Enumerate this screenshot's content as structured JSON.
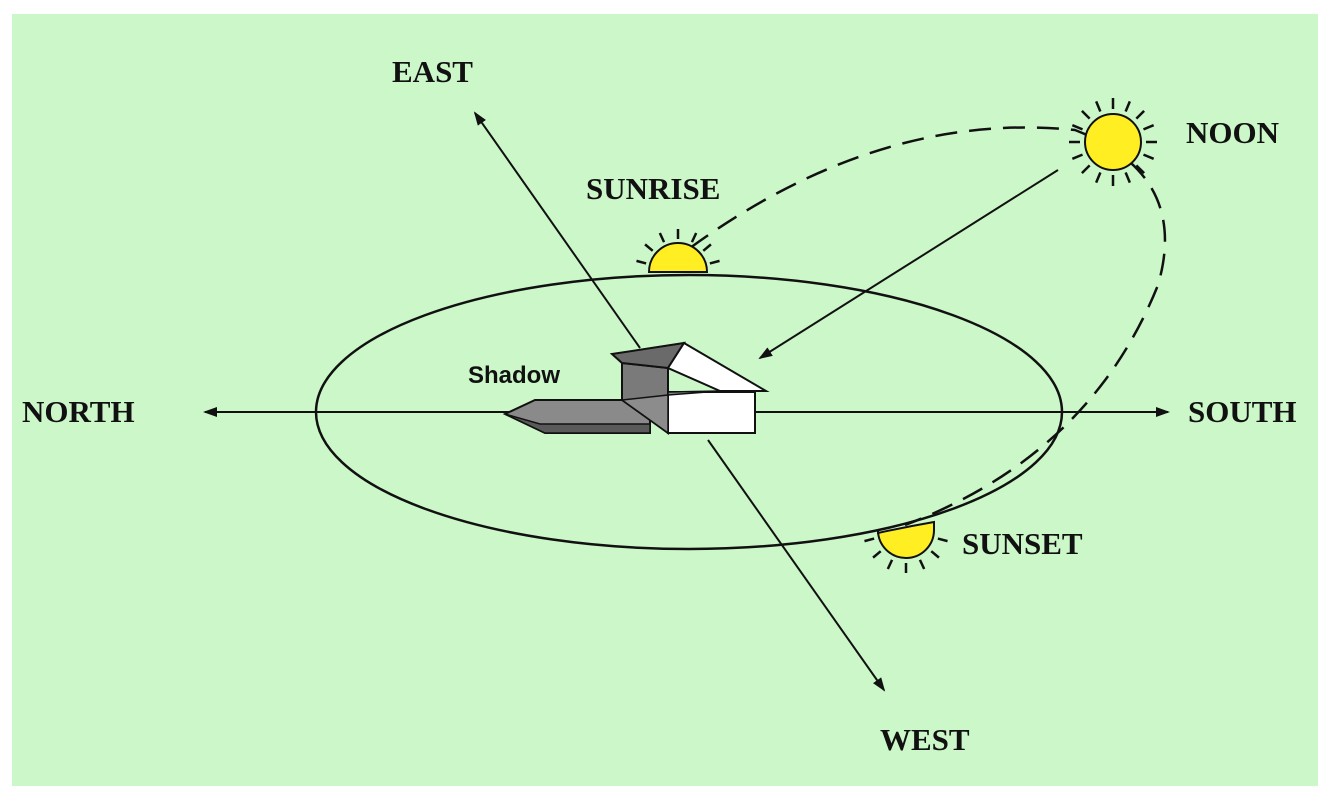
{
  "diagram": {
    "labels": {
      "east": "EAST",
      "west": "WEST",
      "north": "NORTH",
      "south": "SOUTH",
      "sunrise": "SUNRISE",
      "noon": "NOON",
      "sunset": "SUNSET",
      "shadow": "Shadow"
    },
    "colors": {
      "background": "#ccf7c9",
      "sun_fill": "#ffee22",
      "line": "#111111",
      "house_wall_light": "#ffffff",
      "house_wall_dark": "#7a7a7a",
      "shadow_fill": "#8a8a8a"
    },
    "icons": [
      "sun-icon",
      "house-icon"
    ]
  }
}
